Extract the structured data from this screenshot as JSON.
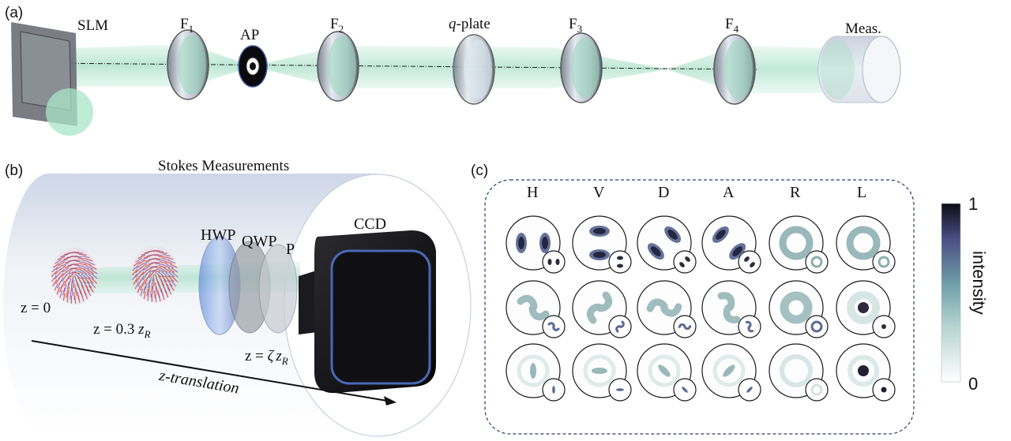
{
  "panels": {
    "a": "(a)",
    "b": "(b)",
    "c": "(c)"
  },
  "setup_a": {
    "slm": "SLM",
    "f1": {
      "base": "F",
      "sub": "1"
    },
    "ap": "AP",
    "f2": {
      "base": "F",
      "sub": "2"
    },
    "qplate": {
      "italic": "q",
      "rest": "-plate"
    },
    "f3": {
      "base": "F",
      "sub": "3"
    },
    "f4": {
      "base": "F",
      "sub": "4"
    },
    "meas": "Meas."
  },
  "setup_b": {
    "title": "Stokes Measurements",
    "hwp": "HWP",
    "qwp": "QWP",
    "p": "P",
    "ccd": "CCD",
    "z0": "z = 0",
    "z1": {
      "pre": "z = 0.3 ",
      "z": "z",
      "sub": "R"
    },
    "z2": {
      "pre": "z = ",
      "zeta": "ζ",
      "z": "z",
      "sub": "R"
    },
    "translation": "z-translation"
  },
  "grid_c": {
    "columns": [
      "H",
      "V",
      "D",
      "A",
      "R",
      "L"
    ],
    "colorbar": {
      "label": "intensity",
      "max": "1",
      "min": "0"
    }
  },
  "colors": {
    "beam": "#9ddcc0",
    "beam_dark": "#6fbf9f",
    "colormap": [
      "#ffffff",
      "#b9d6d2",
      "#6f9ea8",
      "#4a4f85",
      "#0c0c16"
    ],
    "panel_border": "#2c3e6b"
  }
}
